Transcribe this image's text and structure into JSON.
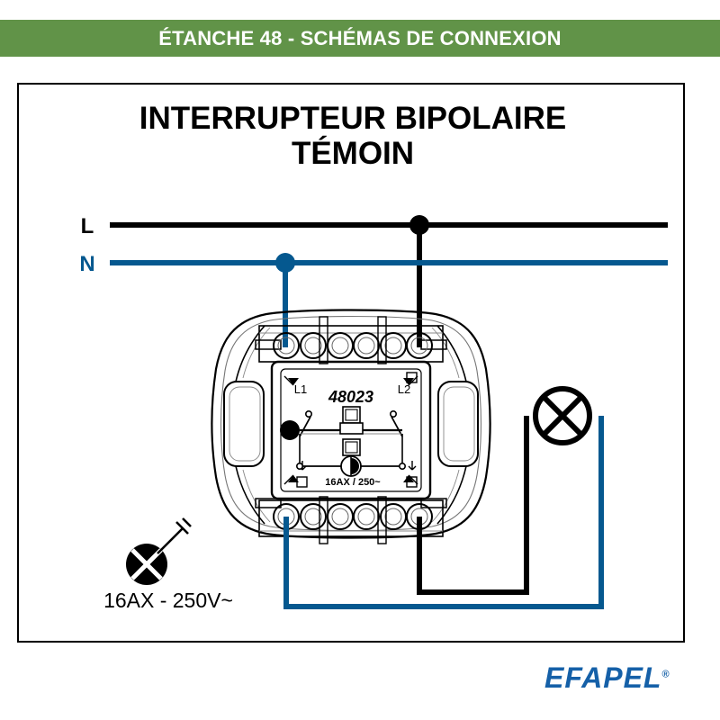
{
  "banner": {
    "text": "ÉTANCHE 48 - SCHÉMAS DE CONNEXION",
    "background_color": "#619348",
    "text_color": "#ffffff"
  },
  "diagram": {
    "title_line1": "INTERRUPTEUR BIPOLAIRE",
    "title_line2": "TÉMOIN",
    "wire_labels": {
      "line": "L",
      "neutral": "N"
    },
    "device": {
      "model": "48023",
      "terminal_left": "L1",
      "terminal_right": "L2",
      "rating": "16AX / 250~"
    },
    "legend": {
      "rating": "16AX - 250V~"
    },
    "colors": {
      "line_wire": "#000000",
      "neutral_wire": "#05588f",
      "device_outline": "#000000"
    }
  },
  "logo": {
    "name": "EFAPEL",
    "mark": "®",
    "color": "#1560a8"
  }
}
